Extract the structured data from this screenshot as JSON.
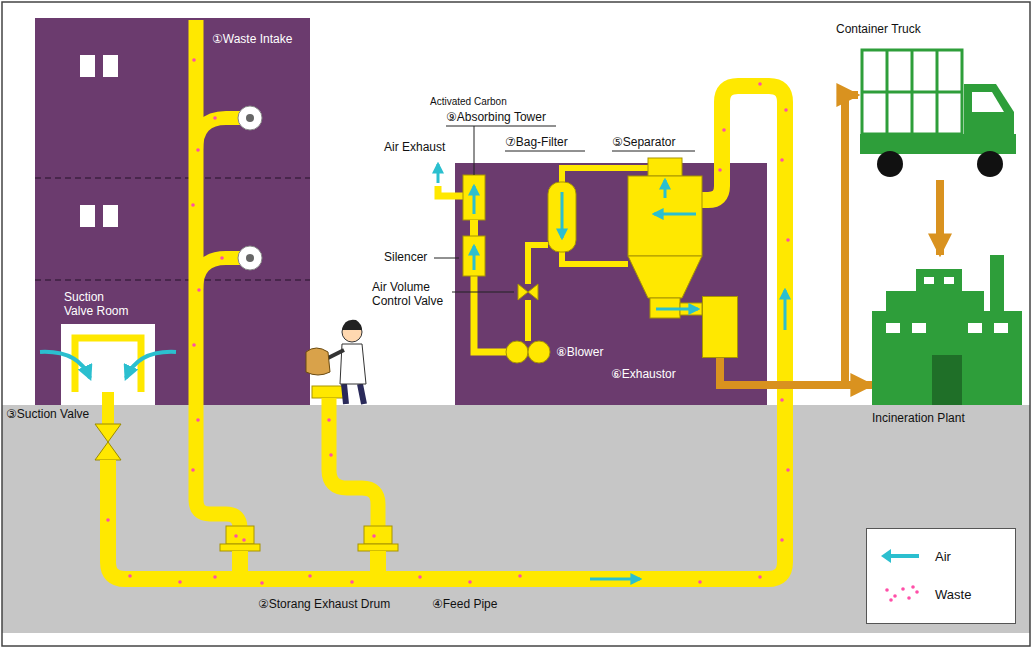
{
  "diagram": {
    "nodes": [
      {
        "text": [
          "⑥Exhaustor"
        ]
      },
      {
        "text": [
          "Container Truck"
        ]
      },
      {
        "text": [
          "Incineration Plant"
        ]
      }
    ],
    "edges": [
      {
        "from": 0,
        "to": 1,
        "arrow": "to"
      },
      {
        "from": 0,
        "to": 2,
        "arrow": "to"
      },
      {
        "from": 1,
        "to": 2,
        "arrow": "to"
      }
    ],
    "labels": [
      "①Waste Intake",
      "Suction Valve Room",
      "③Suction Valve",
      "②Storang Exhaust Drum",
      "④Feed Pipe",
      "Activated Carbon",
      "⑨Absorbing Tower",
      "⑦Bag-Filter",
      "⑤Separator",
      "Air Exhaust",
      "Silencer",
      "Air Volume Control Valve",
      "⑧Blower"
    ],
    "legend": [
      {
        "text": "Air"
      },
      {
        "text": "Waste"
      }
    ]
  }
}
